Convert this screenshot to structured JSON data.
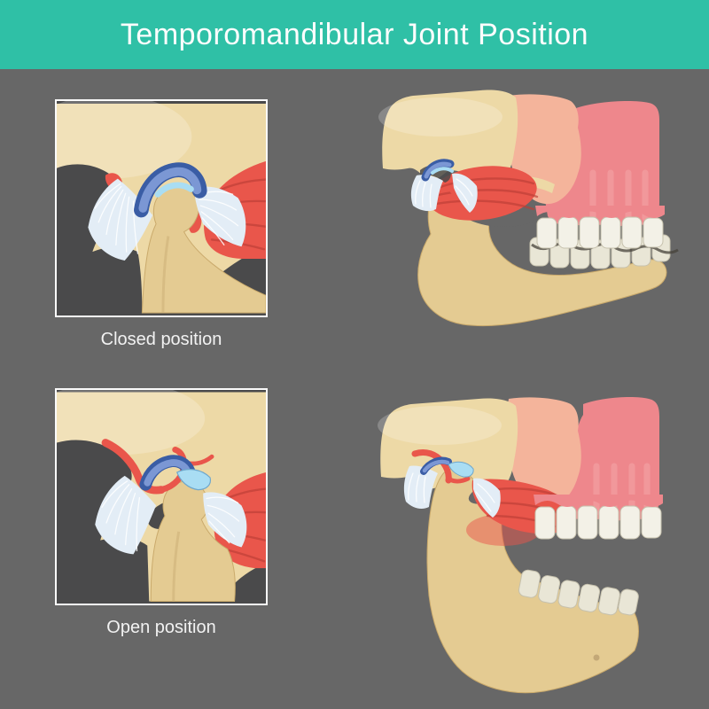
{
  "header": {
    "title": "Temporomandibular Joint Position"
  },
  "panels": {
    "closed": {
      "label": "Closed position"
    },
    "open": {
      "label": "Open position"
    }
  },
  "colors": {
    "teal": "#2fc0a6",
    "bg": "#676767",
    "panel_border": "#fafafa",
    "inset_dark": "#4a4a4b",
    "bone": "#edd9a6",
    "bone_deep": "#e4cb92",
    "bone_line": "#c9a96b",
    "pink": "#ee878c",
    "pink_light": "#f5a9ab",
    "salmon": "#f4b49b",
    "muscle": "#e9564b",
    "muscle_dark": "#bc3d35",
    "disc_navy": "#3a5da5",
    "disc_blue": "#7b97d4",
    "disc_light": "#a9ddf3",
    "ligament": "#e3edf6",
    "tooth": "#f3f1e7",
    "tooth_shade": "#e9e6d6",
    "tooth_line": "#c6c1ad",
    "text": "#f2f2f2"
  }
}
